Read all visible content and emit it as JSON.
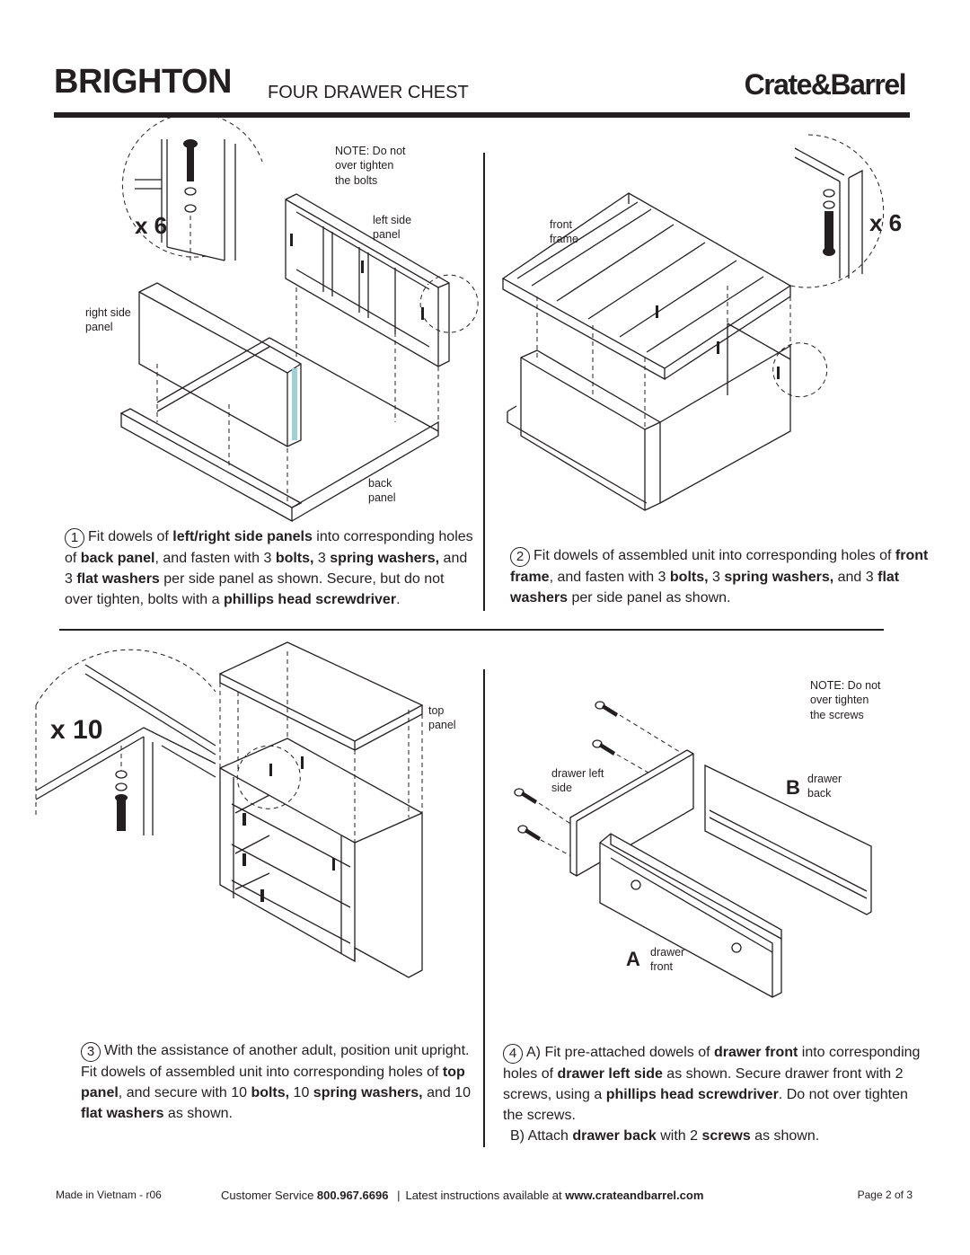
{
  "header": {
    "title": "BRIGHTON",
    "subtitle": "FOUR DRAWER CHEST",
    "brand": "Crate&Barrel"
  },
  "step1": {
    "number": "1",
    "note": "NOTE: Do not\nover tighten\nthe bolts",
    "multiplier": "x 6",
    "labels": {
      "left_side_panel": "left side\npanel",
      "right_side_panel": "right side\npanel",
      "back_panel": "back\npanel"
    },
    "text": [
      {
        "t": "Fit dowels of ",
        "b": false
      },
      {
        "t": "left/right side panels",
        "b": true
      },
      {
        "t": " into corresponding holes of ",
        "b": false
      },
      {
        "t": "back panel",
        "b": true
      },
      {
        "t": ", and fasten with 3 ",
        "b": false
      },
      {
        "t": "bolts,",
        "b": true
      },
      {
        "t": " 3 ",
        "b": false
      },
      {
        "t": "spring washers,",
        "b": true
      },
      {
        "t": "  and 3 ",
        "b": false
      },
      {
        "t": "flat washers",
        "b": true
      },
      {
        "t": " per side panel  as shown. Secure, but do not over tighten, bolts with a ",
        "b": false
      },
      {
        "t": "phillips head screwdriver",
        "b": true
      },
      {
        "t": ".",
        "b": false
      }
    ]
  },
  "step2": {
    "number": "2",
    "multiplier": "x 6",
    "labels": {
      "front_frame": "front\nframe"
    },
    "text": [
      {
        "t": "Fit dowels of assembled unit into corresponding holes of ",
        "b": false
      },
      {
        "t": "front frame",
        "b": true
      },
      {
        "t": ", and fasten with 3 ",
        "b": false
      },
      {
        "t": "bolts,",
        "b": true
      },
      {
        "t": " 3 ",
        "b": false
      },
      {
        "t": "spring washers,",
        "b": true
      },
      {
        "t": "  and 3 ",
        "b": false
      },
      {
        "t": "flat washers",
        "b": true
      },
      {
        "t": " per side panel as shown.",
        "b": false
      }
    ]
  },
  "step3": {
    "number": "3",
    "multiplier": "x 10",
    "labels": {
      "top_panel": "top\npanel"
    },
    "text": [
      {
        "t": "With the assistance of another adult, position unit upright. Fit dowels of assembled unit into corresponding holes of ",
        "b": false
      },
      {
        "t": "top panel",
        "b": true
      },
      {
        "t": ", and secure with 10 ",
        "b": false
      },
      {
        "t": "bolts,",
        "b": true
      },
      {
        "t": " 10 ",
        "b": false
      },
      {
        "t": "spring washers,",
        "b": true
      },
      {
        "t": "  and 10 ",
        "b": false
      },
      {
        "t": "flat washers",
        "b": true
      },
      {
        "t": " as shown.",
        "b": false
      }
    ]
  },
  "step4": {
    "number": "4",
    "note": "NOTE: Do not\nover tighten\nthe screws",
    "labels": {
      "drawer_left_side": "drawer left\nside",
      "b_letter": "B",
      "drawer_back": "drawer\nback",
      "a_letter": "A",
      "drawer_front": "drawer\nfront"
    },
    "text": [
      {
        "t": "A) Fit pre-attached dowels of ",
        "b": false
      },
      {
        "t": "drawer front",
        "b": true
      },
      {
        "t": " into corresponding holes of ",
        "b": false
      },
      {
        "t": "drawer left side",
        "b": true
      },
      {
        "t": " as shown. Secure drawer front with 2 screws, using a ",
        "b": false
      },
      {
        "t": "phillips head screwdriver",
        "b": true
      },
      {
        "t": ".   Do not over tighten the screws.",
        "b": false
      }
    ],
    "text_b": [
      {
        "t": "B) Attach ",
        "b": false
      },
      {
        "t": "drawer back",
        "b": true
      },
      {
        "t": " with 2 ",
        "b": false
      },
      {
        "t": "screws",
        "b": true
      },
      {
        "t": " as shown.",
        "b": false
      }
    ]
  },
  "footer": {
    "made_in": "Made in Vietnam - r06",
    "service_label": "Customer Service ",
    "phone": "800.967.6696",
    "separator": "|",
    "latest_label": "Latest instructions available at ",
    "website": "www.crateandbarrel.com",
    "page": "Page 2 of 3"
  }
}
